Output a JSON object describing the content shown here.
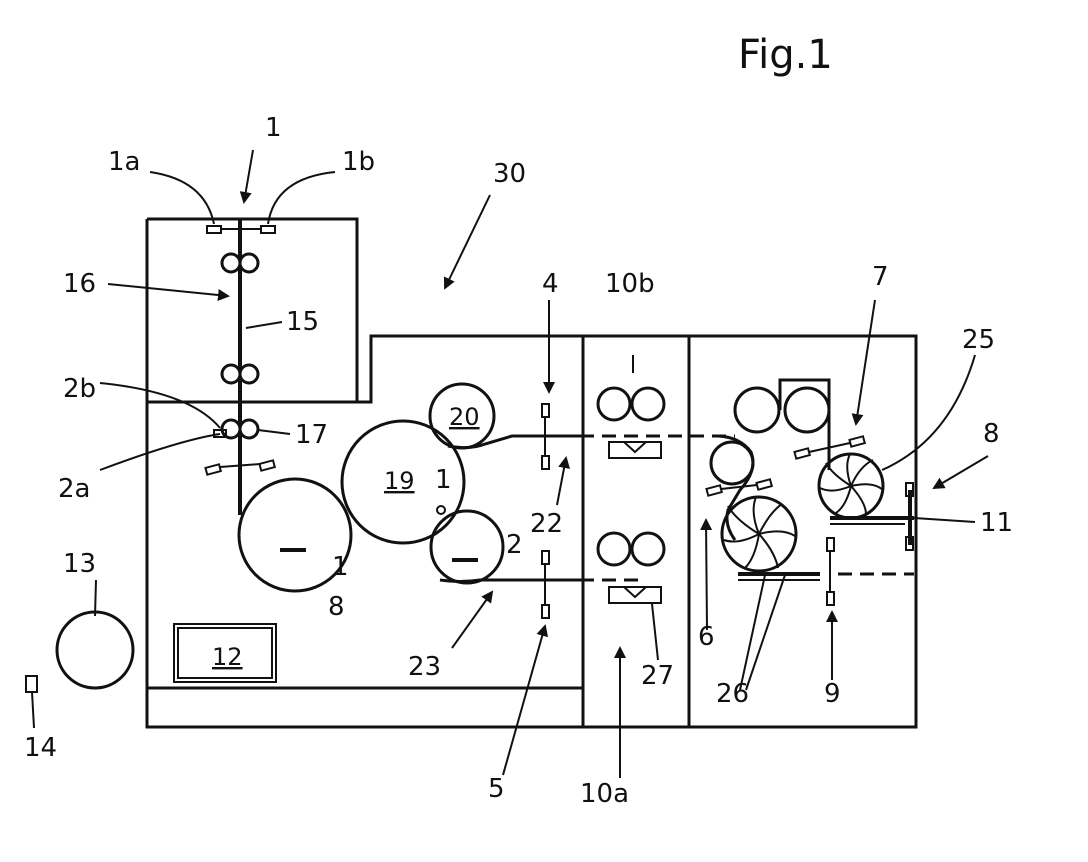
{
  "figure": {
    "title": "Fig.1",
    "labels": {
      "l1": "1",
      "l1a": "1a",
      "l1b": "1b",
      "l2a": "2a",
      "l2b": "2b",
      "l4": "4",
      "l5": "5",
      "l6": "6",
      "l7": "7",
      "l8a": "8",
      "l8b": "8",
      "l9": "9",
      "l10a": "10a",
      "l10b": "10b",
      "l11": "11",
      "l12": "12",
      "l13": "13",
      "l14": "14",
      "l15": "15",
      "l16": "16",
      "l17": "17",
      "l19": "19",
      "l20": "20",
      "l22": "22",
      "l23": "23",
      "l25": "25",
      "l26": "26",
      "l27": "27",
      "l30": "30",
      "drum19_mark": "1",
      "drum_small_mark": "1",
      "drum2_mark": "2"
    }
  }
}
